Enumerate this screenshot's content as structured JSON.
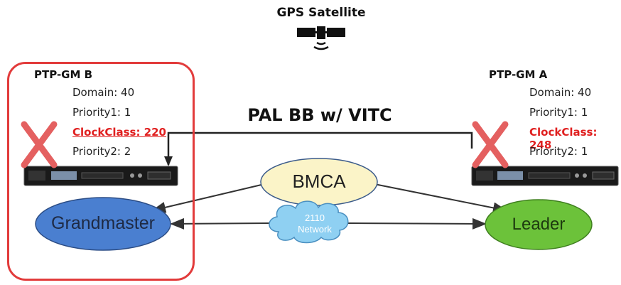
{
  "satellite": {
    "label": "GPS Satellite"
  },
  "gm_b": {
    "title": "PTP-GM B",
    "lines": [
      "Domain: 40",
      "Priority1: 1",
      "ClockClass: 220",
      "Priority2: 2"
    ]
  },
  "gm_a": {
    "title": "PTP-GM A",
    "lines": [
      "Domain: 40",
      "Priority1: 1",
      "ClockClass: 248",
      "Priority2: 1"
    ]
  },
  "signal_label": "PAL BB w/ VITC",
  "nodes": {
    "bmca": "BMCA",
    "grandmaster": "Grandmaster",
    "leader": "Leader",
    "network_line1": "2110",
    "network_line2": "Network"
  },
  "colors": {
    "highlight_red": "#e02020",
    "box_red": "#e23b3b",
    "grandmaster_fill": "#4a7fd0",
    "leader_fill": "#6cc23a",
    "bmca_fill": "#fbf4c8",
    "cloud_fill": "#8fd0f2"
  }
}
